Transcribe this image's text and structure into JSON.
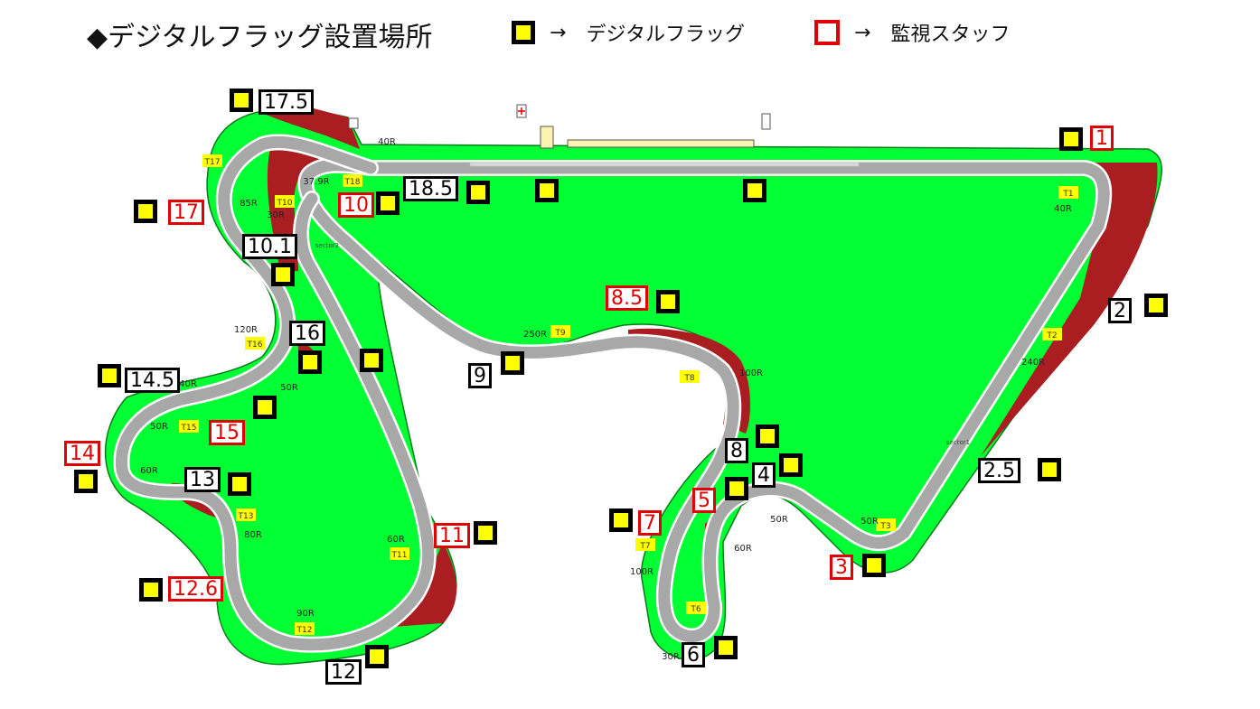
{
  "title": "◆デジタルフラッグ設置場所",
  "legend": {
    "arrow": "→",
    "digital_flag": "デジタルフラッグ",
    "staff": "監視スタッフ"
  },
  "colors": {
    "runoff": "#00ff33",
    "gravel": "#aa1e22",
    "track": "#a8a8a8",
    "flag_fill": "#ffff00",
    "staff_border": "#e00000"
  },
  "staff_posts": [
    "1",
    "3",
    "5",
    "7",
    "8.5",
    "10",
    "11",
    "14",
    "15",
    "17",
    "12.6"
  ],
  "plain_posts": [
    "2",
    "2.5",
    "4",
    "6",
    "8",
    "9",
    "12",
    "13",
    "14.5",
    "16",
    "10.1",
    "17.5",
    "18.5"
  ],
  "turns": [
    "T1",
    "T2",
    "T3",
    "T6",
    "T7",
    "T8",
    "T9",
    "T10",
    "T11",
    "T12",
    "T13",
    "T15",
    "T16",
    "T17",
    "T18"
  ],
  "radii": [
    "40R",
    "240R",
    "50R",
    "50R",
    "60R",
    "100R",
    "30R",
    "100R",
    "250R",
    "37.9R",
    "30R",
    "85R",
    "40R",
    "120R",
    "50R",
    "40R",
    "50R",
    "60R",
    "80R",
    "90R",
    "60R"
  ],
  "sectors": [
    "sector1",
    "sector2"
  ]
}
